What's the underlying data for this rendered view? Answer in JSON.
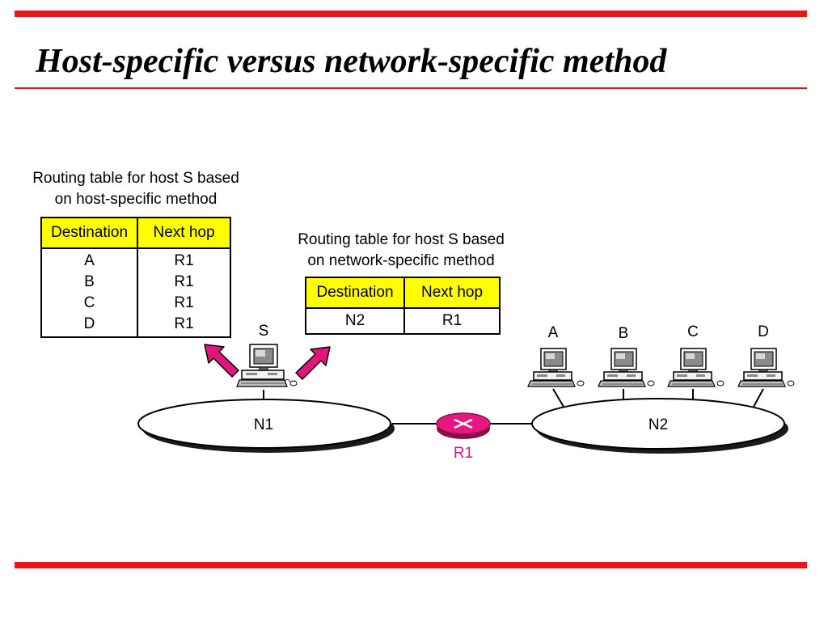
{
  "slide": {
    "title": "Host-specific versus network-specific method"
  },
  "host_specific_table": {
    "caption_line1": "Routing table for host S based",
    "caption_line2": "on host-specific method",
    "headers": [
      "Destination",
      "Next hop"
    ],
    "rows": [
      [
        "A",
        "R1"
      ],
      [
        "B",
        "R1"
      ],
      [
        "C",
        "R1"
      ],
      [
        "D",
        "R1"
      ]
    ]
  },
  "network_specific_table": {
    "caption_line1": "Routing table for host S based",
    "caption_line2": "on network-specific method",
    "headers": [
      "Destination",
      "Next hop"
    ],
    "rows": [
      [
        "N2",
        "R1"
      ]
    ]
  },
  "diagram": {
    "hosts": [
      "S",
      "A",
      "B",
      "C",
      "D"
    ],
    "networks": [
      "N1",
      "N2"
    ],
    "router": "R1",
    "colors": {
      "arrow": "#e0167a",
      "router": "#e8167f",
      "router_label": "#e0167a",
      "header_fill": "#ffff00",
      "rule": "#e8161c"
    }
  }
}
